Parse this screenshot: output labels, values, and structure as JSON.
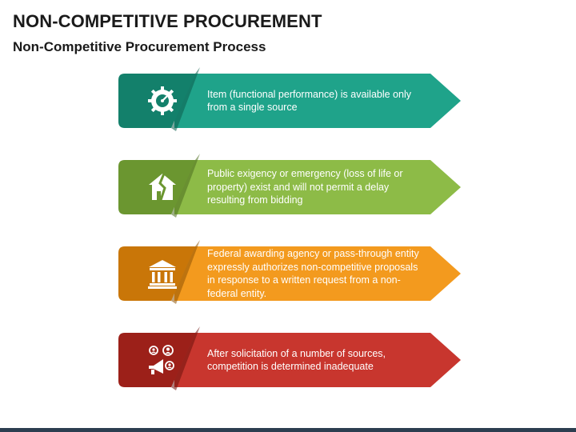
{
  "header": {
    "title": "NON-COMPETITIVE PROCUREMENT",
    "subtitle": "Non-Competitive Procurement Process"
  },
  "steps": [
    {
      "text": "Item (functional performance) is available only from a single source",
      "icon": "gauge-gear-icon",
      "color": "#1fa38a",
      "dark": "#13806b"
    },
    {
      "text": "Public exigency or emergency (loss of life or property) exist and will not permit a delay resulting from bidding",
      "icon": "broken-house-icon",
      "color": "#8dbb47",
      "dark": "#6b9630"
    },
    {
      "text": "Federal awarding agency or pass-through entity expressly authorizes non-competitive proposals in response to a written request from a non-federal entity.",
      "icon": "government-building-icon",
      "color": "#f39a1e",
      "dark": "#c97608"
    },
    {
      "text": "After solicitation of a number of sources, competition is determined inadequate",
      "icon": "megaphone-people-icon",
      "color": "#c8362e",
      "dark": "#9c2019"
    }
  ]
}
